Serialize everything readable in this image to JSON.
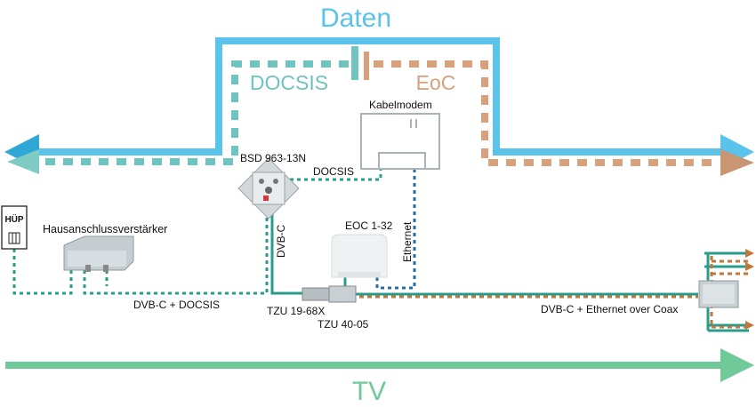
{
  "header": {
    "title": "Daten"
  },
  "branches": {
    "left": "DOCSIS",
    "right": "EoC"
  },
  "devices": {
    "hup": "HÜP",
    "amplifier": "Hausanschlussverstärker",
    "socket": "BSD 963-13N",
    "modem": "Kabelmodem",
    "eoc": "EOC 1-32"
  },
  "links": {
    "docsis": "DOCSIS",
    "dvbc": "DVB-C",
    "ethernet": "Ethernet",
    "dvbc_docsis": "DVB-C + DOCSIS",
    "dvbc_eoc": "DVB-C + Ethernet over Coax",
    "tzu1": "TZU 19-68X",
    "tzu2": "TZU 40-05"
  },
  "footer": {
    "title": "TV"
  },
  "colors": {
    "data_blue": "#5bc3ea",
    "docsis_teal": "#6fc4c0",
    "eoc_orange": "#d9a07c",
    "tv_green": "#6fc998",
    "cable_teal": "#2a9c8a",
    "cable_blue": "#2b6fa8",
    "cable_orange": "#c0773e",
    "device_gray": "#a9b3b8"
  }
}
